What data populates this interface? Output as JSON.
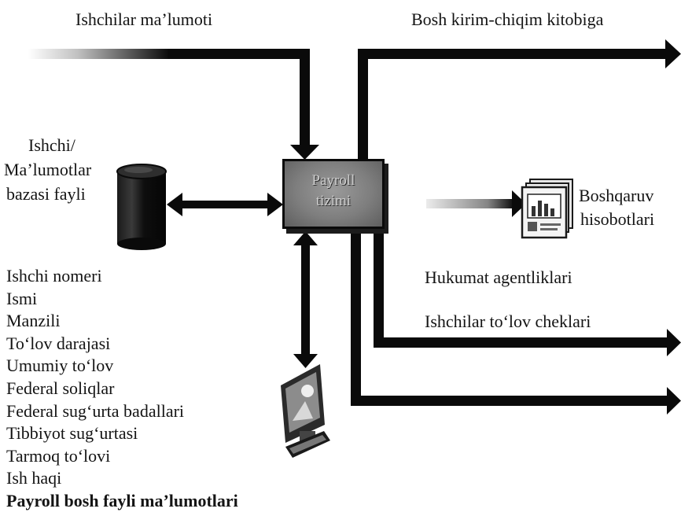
{
  "labels": {
    "top_left": "Ishchilar ma’lumoti",
    "top_right": "Bosh kirim-chiqim kitobiga",
    "database_line1": "Ishchi/",
    "database_line2": "Ma’lumotlar",
    "database_line3": "bazasi fayli",
    "reports_line1": "Boshqaruv",
    "reports_line2": "hisobotlari",
    "government": "Hukumat agentliklari",
    "checks": "Ishchilar to‘lov cheklari"
  },
  "central_box": {
    "line1": "Payroll",
    "line2": "tizimi"
  },
  "fields": [
    "Ishchi nomeri",
    "Ismi",
    "Manzili",
    "To‘lov darajasi",
    "Umumiy to‘lov",
    "Federal soliqlar",
    "Federal sug‘urta badallari",
    "Tibbiyot sug‘urtasi",
    "Tarmoq to‘lovi",
    "Ish haqi"
  ],
  "fields_caption": "Payroll bosh fayli ma’lumotlari",
  "icons": {
    "database": "database-cylinder-icon",
    "reports": "report-documents-icon",
    "terminal": "computer-monitor-icon"
  },
  "colors": {
    "arrow": "#0a0a0a",
    "box_fill": "#7e7e7e",
    "box_text": "#cfcfcf"
  }
}
